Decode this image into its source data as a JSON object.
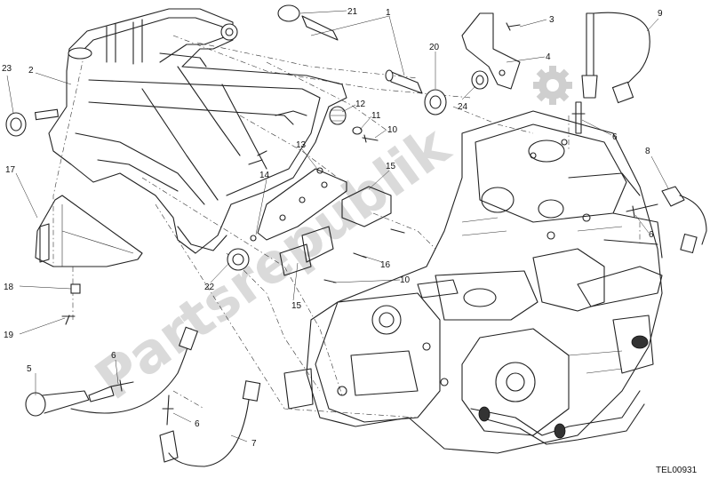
{
  "drawing_code": "TEL00931",
  "watermark": "Partsrepublik",
  "callouts": [
    {
      "id": "c1",
      "text": "1"
    },
    {
      "id": "c2",
      "text": "2"
    },
    {
      "id": "c3",
      "text": "3"
    },
    {
      "id": "c4",
      "text": "4"
    },
    {
      "id": "c5",
      "text": "5"
    },
    {
      "id": "c6a",
      "text": "6"
    },
    {
      "id": "c6b",
      "text": "6"
    },
    {
      "id": "c6c",
      "text": "6"
    },
    {
      "id": "c6d",
      "text": "6"
    },
    {
      "id": "c7",
      "text": "7"
    },
    {
      "id": "c8",
      "text": "8"
    },
    {
      "id": "c9",
      "text": "9"
    },
    {
      "id": "c10a",
      "text": "10"
    },
    {
      "id": "c10b",
      "text": "10"
    },
    {
      "id": "c11",
      "text": "11"
    },
    {
      "id": "c12",
      "text": "12"
    },
    {
      "id": "c13",
      "text": "13"
    },
    {
      "id": "c14",
      "text": "14"
    },
    {
      "id": "c15a",
      "text": "15"
    },
    {
      "id": "c15b",
      "text": "15"
    },
    {
      "id": "c16",
      "text": "16"
    },
    {
      "id": "c17",
      "text": "17"
    },
    {
      "id": "c18",
      "text": "18"
    },
    {
      "id": "c19",
      "text": "19"
    },
    {
      "id": "c20",
      "text": "20"
    },
    {
      "id": "c21",
      "text": "21"
    },
    {
      "id": "c22",
      "text": "22"
    },
    {
      "id": "c23",
      "text": "23"
    },
    {
      "id": "c24",
      "text": "24"
    }
  ]
}
